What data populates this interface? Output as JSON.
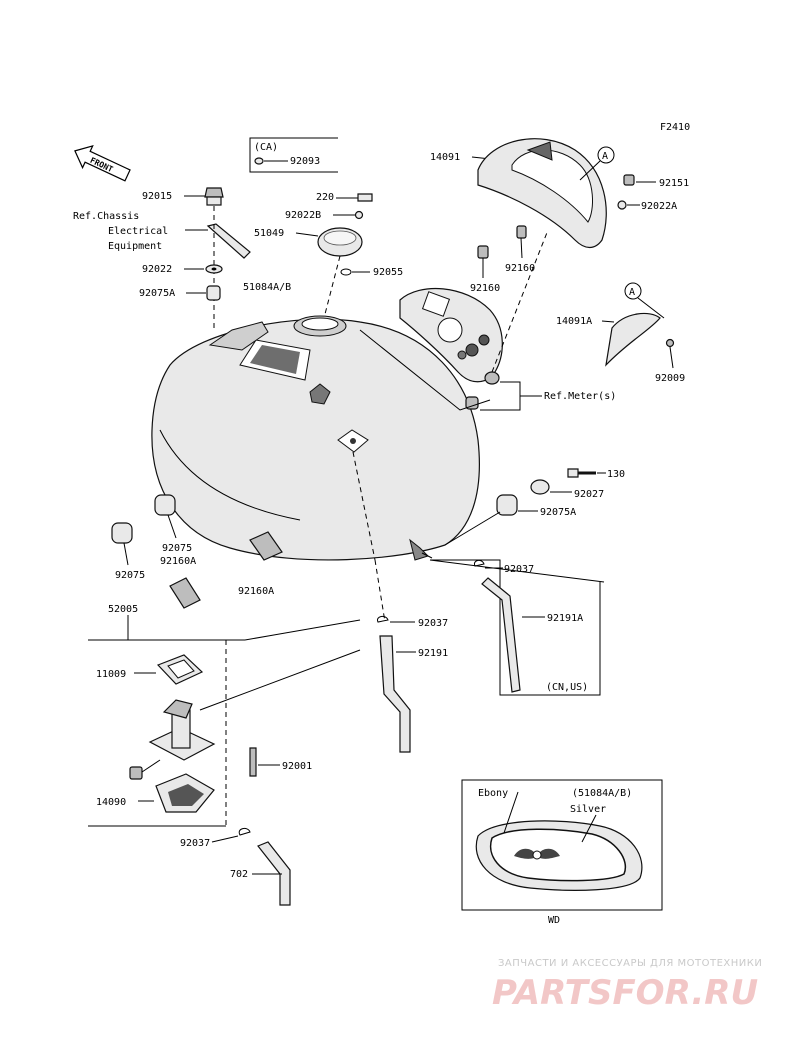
{
  "diagram": {
    "code": "F2410",
    "front_label": "FRONT",
    "parts": {
      "p92093": "92093",
      "p92015": "92015",
      "p220": "220",
      "p92022B": "92022B",
      "p51049": "51049",
      "p92022": "92022",
      "p92055": "92055",
      "p92075A_left": "92075A",
      "p51084": "51084A/B",
      "p14091": "14091",
      "p92151": "92151",
      "p92022A": "92022A",
      "p92160_a": "92160",
      "p92160_b": "92160",
      "p14091A": "14091A",
      "p92009": "92009",
      "p130": "130",
      "p92027": "92027",
      "p92075A_right": "92075A",
      "p92075_a": "92075",
      "p92160A_a": "92160A",
      "p92075_b": "92075",
      "p92160A_b": "92160A",
      "p92037_right": "92037",
      "p92191A": "92191A",
      "p52005": "52005",
      "p92037_mid": "92037",
      "p11009": "11009",
      "p92191": "92191",
      "p92001": "92001",
      "p14090": "14090",
      "p92037_bottom": "92037",
      "p702": "702"
    },
    "notes": {
      "ca": "(CA)",
      "ref_chassis": "Ref.Chassis",
      "ref_electrical": "Electrical",
      "ref_equipment": "Equipment",
      "ref_meter": "Ref.Meter(s)",
      "cn_us": "(CN,US)",
      "callout_a1": "A",
      "callout_a2": "A"
    },
    "inset": {
      "ebony": "Ebony",
      "part_ref": "(51084A/B)",
      "silver": "Silver",
      "market": "WD"
    }
  },
  "watermark": {
    "top": "ЗАПЧАСТИ И АКСЕССУАРЫ ДЛЯ МОТОТЕХНИКИ",
    "logo": "PARTSFOR.RU"
  }
}
